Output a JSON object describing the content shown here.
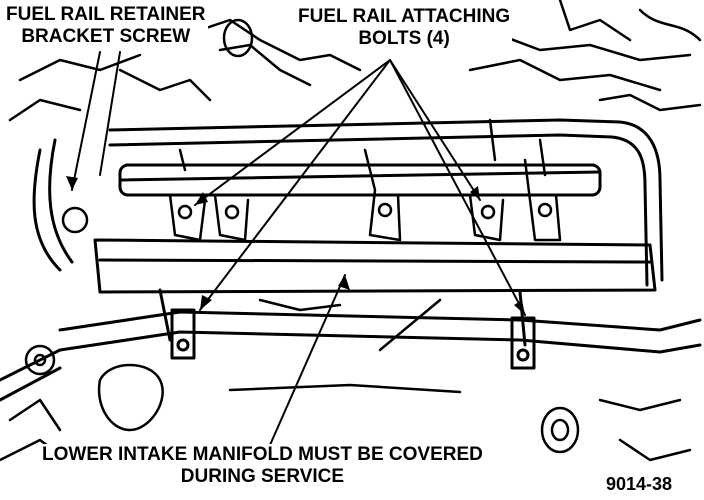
{
  "labels": {
    "retainer_line1": "FUEL RAIL RETAINER",
    "retainer_line2": "BRACKET SCREW",
    "bolts_line1": "FUEL RAIL ATTACHING",
    "bolts_line2": "BOLTS (4)",
    "manifold_line1": "LOWER INTAKE MANIFOLD MUST BE COVERED",
    "manifold_line2": "DURING SERVICE"
  },
  "figure_number": "9014-38",
  "colors": {
    "ink": "#000000",
    "paper": "#ffffff"
  }
}
